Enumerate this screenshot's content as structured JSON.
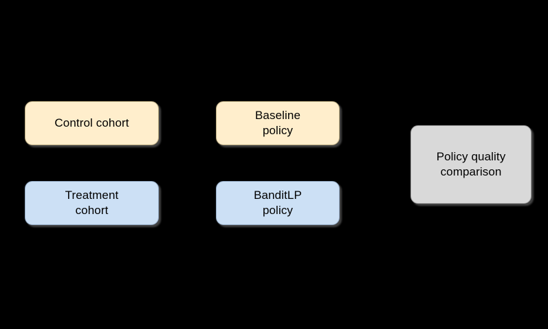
{
  "diagram": {
    "background_color": "#000000",
    "title": "",
    "nodes": [
      {
        "id": "control-cohort",
        "label": "Control cohort",
        "fill": "#ffeecc",
        "border": "#b9a97f",
        "shape": "rounded-rectangle",
        "column": 1,
        "row": 1
      },
      {
        "id": "treatment-cohort",
        "label": "Treatment\ncohort",
        "fill": "#cce0f5",
        "border": "#93aac4",
        "shape": "rounded-rectangle",
        "column": 1,
        "row": 2
      },
      {
        "id": "baseline-policy",
        "label": "Baseline\npolicy",
        "fill": "#ffeecc",
        "border": "#b9a97f",
        "shape": "rounded-rectangle",
        "column": 2,
        "row": 1
      },
      {
        "id": "banditlp-policy",
        "label": "BanditLP\npolicy",
        "fill": "#cce0f5",
        "border": "#93aac4",
        "shape": "rounded-rectangle",
        "column": 2,
        "row": 2
      },
      {
        "id": "policy-quality-comparison",
        "label": "Policy quality\ncomparison",
        "fill": "#d9d9d9",
        "border": "#9a9a9a",
        "shape": "rounded-rectangle",
        "column": 3,
        "row": 1
      }
    ],
    "connectors": []
  }
}
